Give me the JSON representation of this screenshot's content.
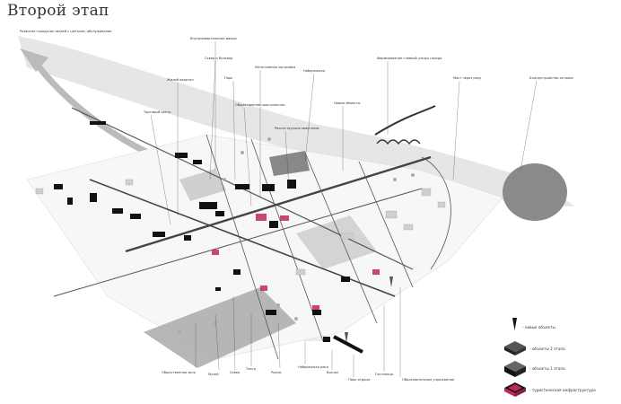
{
  "title": "Второй этап",
  "callouts": {
    "top_left_note": "Развитие городских связей с центром, обслуживание",
    "c1": "Внутриквартальные дворы",
    "c2": "Сквер и бульвар",
    "c3": "Парк",
    "c4": "Интенсивная застройка",
    "c5": "Жилой квартал",
    "c6": "Торговый центр",
    "c7": "Общественное пространство",
    "c8": "Набережная",
    "c9": "Формирование главной улицы города",
    "c10": "Мост через реку",
    "c11": "Благоустройство острова",
    "c12": "Реконструкция кварталов",
    "c13": "Новые объекты",
    "b1": "Общественная зона",
    "b2": "Музей",
    "b3": "Сквер",
    "b4": "Театр",
    "b5": "Рынок",
    "b6": "Набережная реки",
    "b7": "Вокзал",
    "b8": "Парк отдыха",
    "b9": "Гостиница",
    "b10": "Образовательное учреждение"
  },
  "legend": {
    "new_objects": "- новые объекты",
    "objects_2": "- объекты 2 этапа",
    "objects_1": "- объекты 1 этапа",
    "tourist": "- туристическая инфраструктура"
  },
  "colors": {
    "black": "#111111",
    "gray_zone": "#9a9a9a",
    "river": "#e6e6e6",
    "road": "#555555",
    "accent": "#c0285a"
  }
}
